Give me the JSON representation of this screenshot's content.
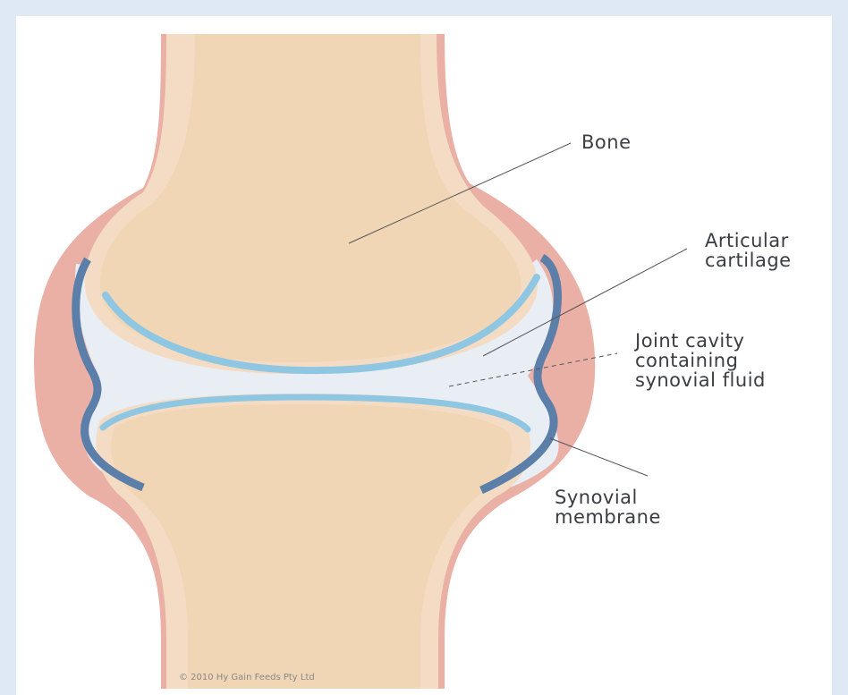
{
  "labels": {
    "bone": "Bone",
    "articular_cartilage": [
      "Articular",
      "cartilage"
    ],
    "joint_cavity": [
      "Joint cavity",
      "containing",
      "synovial fluid"
    ],
    "synovial_membrane": [
      "Synovial",
      "membrane"
    ]
  },
  "copyright": "© 2010 Hy Gain Feeds Pty Ltd",
  "colors": {
    "background": "#dfe9f5",
    "panel": "#ffffff",
    "capsule": "#eab0a6",
    "bone": "#f1d6b5",
    "bone_rim": "#f4dcc4",
    "cartilage": "#8fc7e3",
    "synovial_fluid": "#e9eef4",
    "membrane": "#5b7fa8",
    "leader_line": "#555555"
  },
  "icons": [
    "synovial-joint-illustration"
  ]
}
